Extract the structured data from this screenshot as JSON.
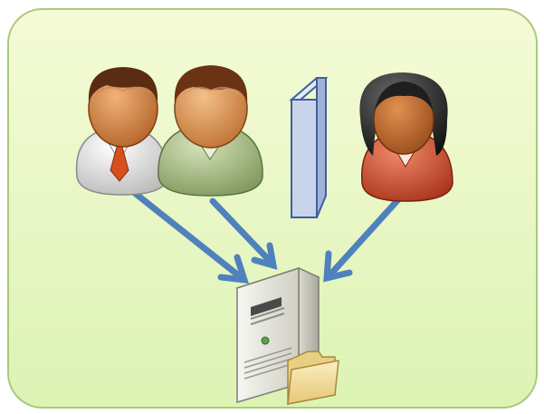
{
  "diagram": {
    "panel": {
      "fill_top": "#f4fbd0",
      "fill_bottom": "#dff5b8",
      "stroke": "#a8c978"
    },
    "arrow_color": "#4f81bd",
    "users": [
      {
        "name": "user-businessman",
        "icon": "businessman-icon",
        "skin": "#c87a3e",
        "hair": "#5a2c12",
        "shirt": "#dedede",
        "tie": "#d6501c"
      },
      {
        "name": "user-green",
        "icon": "person-green-icon",
        "skin": "#d08a4a",
        "hair": "#6a3414",
        "shirt": "#9bb27a"
      },
      {
        "name": "user-woman",
        "icon": "woman-icon",
        "skin": "#b8642c",
        "hair": "#1f1f1f",
        "shirt": "#c8442a"
      }
    ],
    "firewall": {
      "icon": "firewall-wall-icon",
      "fill": "#c9d4ea",
      "stroke": "#3f5fa0"
    },
    "server": {
      "icon": "server-icon",
      "accent": "#5ea04a"
    },
    "folder": {
      "icon": "folder-icon",
      "fill": "#f3dfa2"
    }
  }
}
